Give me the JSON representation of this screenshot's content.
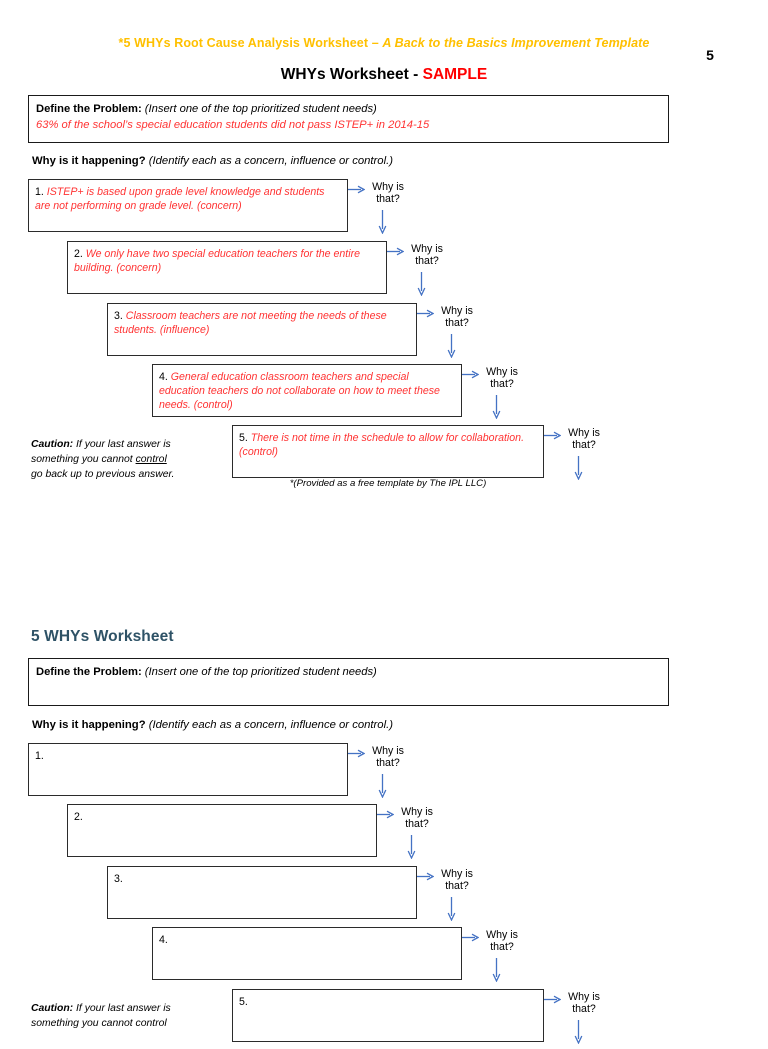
{
  "header": {
    "title_bold": "*5 WHYs Root Cause Analysis Worksheet – ",
    "title_italic": "A Back to the Basics Improvement Template",
    "title_color": "#FFC000",
    "page_number": "5"
  },
  "subtitle": {
    "main": "WHYs Worksheet - ",
    "sample": "SAMPLE",
    "sample_color": "#FF0000"
  },
  "colors": {
    "answer_red": "#FF3333",
    "arrow_blue": "#4472C4",
    "heading_slate": "#2E5266"
  },
  "sample_worksheet": {
    "problem": {
      "label": "Define the Problem:",
      "hint": " (Insert one of the top prioritized student needs)",
      "answer": "63% of the school’s special education students did not pass ISTEP+ in 2014-15"
    },
    "why_question": {
      "bold": "Why is it happening?",
      "italic": " (Identify each as a concern, influence or control.)"
    },
    "rows": [
      {
        "number": "1.",
        "text": " ISTEP+ is based upon grade level knowledge and students are not performing on grade level. (concern)"
      },
      {
        "number": "2.",
        "text": " We only have two special education teachers for the entire building. (concern)"
      },
      {
        "number": "3.",
        "text": " Classroom teachers are not meeting the needs of these students. (influence)"
      },
      {
        "number": "4.",
        "text": " General education classroom teachers and special education teachers do not collaborate on how to meet these needs. (control)"
      },
      {
        "number": "5.",
        "text": " There is not time in the schedule to allow for collaboration. (control)"
      }
    ],
    "why_label": "Why is that?",
    "caution": {
      "bold": "Caution:",
      "line1": " If your last answer is",
      "line2_pre": "something you cannot ",
      "line2_underline": "control",
      "line3": "go back up to previous answer."
    },
    "credit": "*(Provided as a free template by The IPL LLC)"
  },
  "blank_worksheet": {
    "heading": "5 WHYs Worksheet",
    "problem": {
      "label": "Define the Problem:",
      "hint": " (Insert one of the top prioritized student needs)",
      "answer": ""
    },
    "why_question": {
      "bold": "Why is it happening?",
      "italic": " (Identify each as a concern, influence or control.)"
    },
    "rows": [
      {
        "number": "1.",
        "text": ""
      },
      {
        "number": "2.",
        "text": ""
      },
      {
        "number": "3.",
        "text": ""
      },
      {
        "number": "4.",
        "text": ""
      },
      {
        "number": "5.",
        "text": ""
      }
    ],
    "why_label": "Why is that?",
    "caution": {
      "bold": "Caution:",
      "line1": " If your last answer is",
      "line2": "something you cannot control"
    }
  },
  "icons": {
    "arrow_right": "arrow-right-icon",
    "arrow_down": "arrow-down-icon"
  }
}
